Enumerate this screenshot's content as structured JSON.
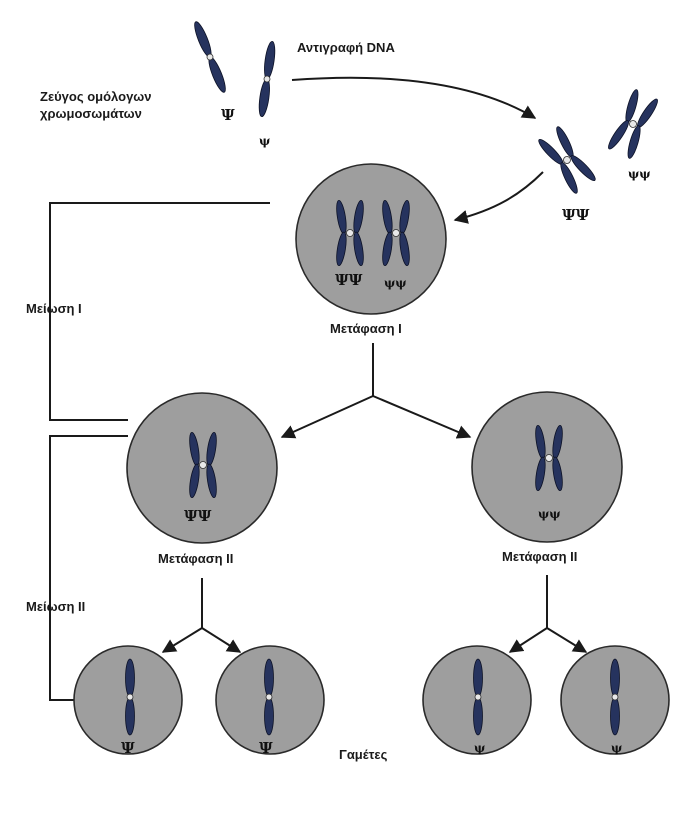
{
  "labels": {
    "dna_replication": "Αντιγραφή DNA",
    "homologous_pair_line1": "Ζεύγος ομόλογων",
    "homologous_pair_line2": "χρωμοσωμάτων",
    "meiosis_1": "Μείωση Ι",
    "metaphase_1": "Μετάφαση Ι",
    "metaphase_2_left": "Μετάφαση ΙΙ",
    "metaphase_2_right": "Μετάφαση ΙΙ",
    "meiosis_2": "Μείωση ΙΙ",
    "gametes": "Γαμέτες"
  },
  "alleles": {
    "dominant_single": "Ψ",
    "recessive_single": "ψ",
    "dominant_pair": "ΨΨ",
    "recessive_pair": "ψψ"
  },
  "colors": {
    "chromosome": "#26335e",
    "cell_fill": "#9e9e9e"
  }
}
